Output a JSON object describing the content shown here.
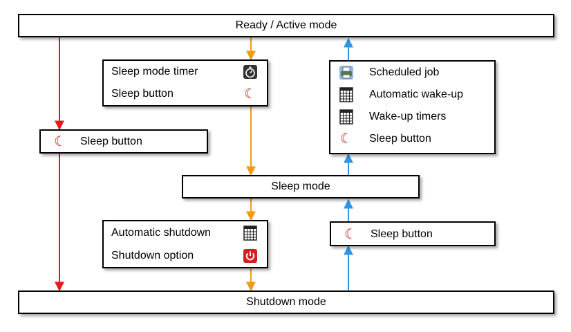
{
  "modes": {
    "ready": "Ready / Active mode",
    "sleep": "Sleep mode",
    "shutdown": "Shutdown mode"
  },
  "sleep_triggers": {
    "items": [
      {
        "label": "Sleep mode timer",
        "icon": "stopwatch-icon"
      },
      {
        "label": "Sleep button",
        "icon": "moon-icon"
      }
    ]
  },
  "wake_triggers": {
    "items": [
      {
        "label": "Scheduled job",
        "icon": "printer-icon"
      },
      {
        "label": "Automatic wake-up",
        "icon": "calendar-icon"
      },
      {
        "label": "Wake-up timers",
        "icon": "calendar-icon"
      },
      {
        "label": "Sleep button",
        "icon": "moon-icon"
      }
    ]
  },
  "direct_sleep": {
    "label": "Sleep button",
    "icon": "moon-icon"
  },
  "shutdown_triggers": {
    "items": [
      {
        "label": "Automatic shutdown",
        "icon": "calendar-icon"
      },
      {
        "label": "Shutdown option",
        "icon": "power-icon"
      }
    ]
  },
  "wake_from_shutdown": {
    "label": "Sleep button",
    "icon": "moon-icon"
  },
  "colors": {
    "direct_shutdown_arrow": "#e8181e",
    "sleep_path_arrow": "#f29a17",
    "wake_path_arrow": "#2f95e6",
    "moon_icon": "#cc1111",
    "power_icon": "#d81d1d"
  }
}
